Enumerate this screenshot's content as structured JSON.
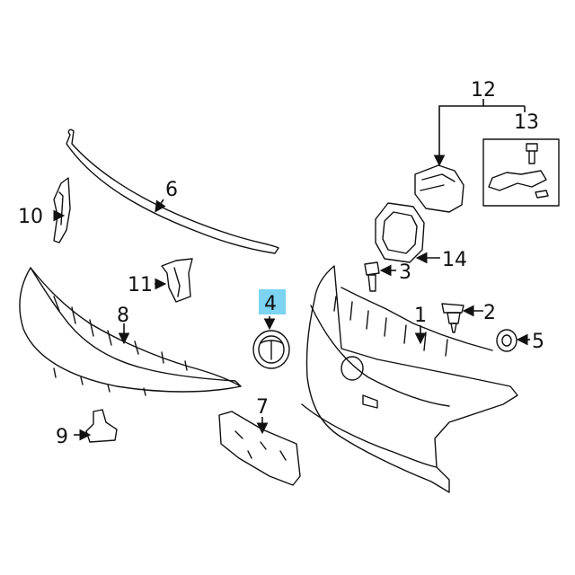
{
  "callouts": {
    "c1": "1",
    "c2": "2",
    "c3": "3",
    "c4": "4",
    "c5": "5",
    "c6": "6",
    "c7": "7",
    "c8": "8",
    "c9": "9",
    "c10": "10",
    "c11": "11",
    "c12": "12",
    "c13": "13",
    "c14": "14"
  },
  "highlight_color": "#7cd3f2"
}
